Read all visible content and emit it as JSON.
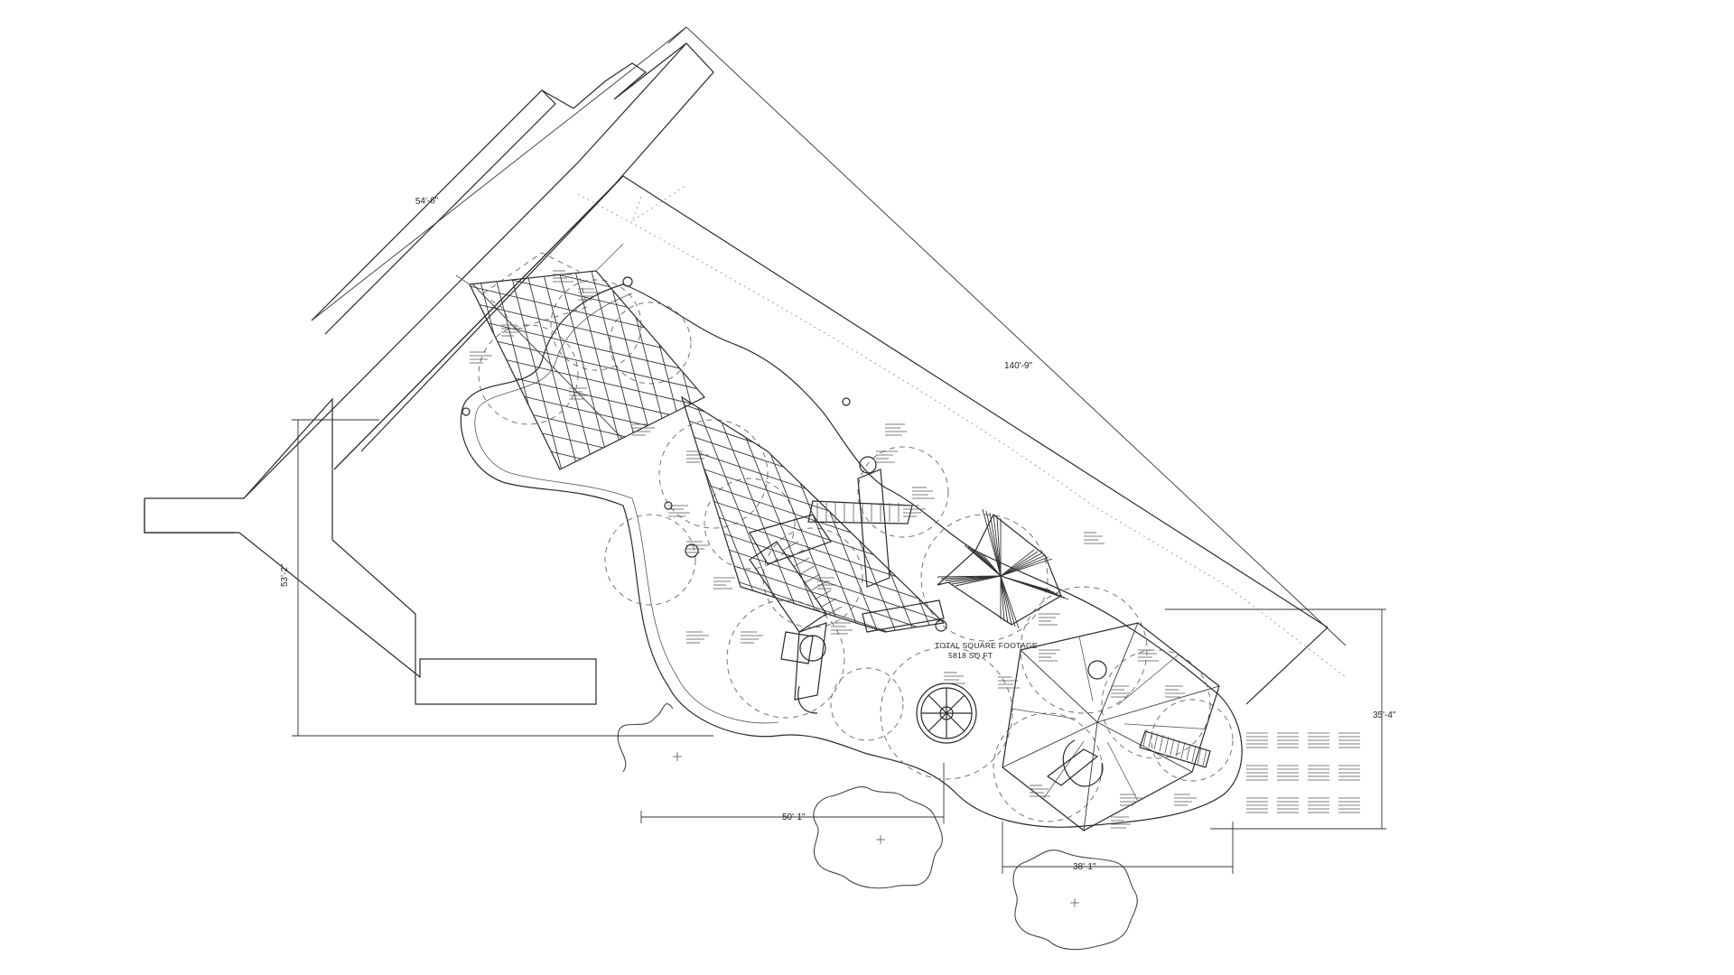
{
  "dimensions": {
    "top_left_edge": "54'-6\"",
    "long_right_edge": "140'-9\"",
    "left_height": "53'-2\"",
    "bottom_width": "50'-1\"",
    "right_height": "35'-4\"",
    "right_width": "38'-1\""
  },
  "total_area": {
    "label": "TOTAL SQUARE FOOTAGE",
    "value": "5818 SQ FT"
  },
  "colors": {
    "line": "#2a2a2a",
    "background": "#ffffff"
  }
}
